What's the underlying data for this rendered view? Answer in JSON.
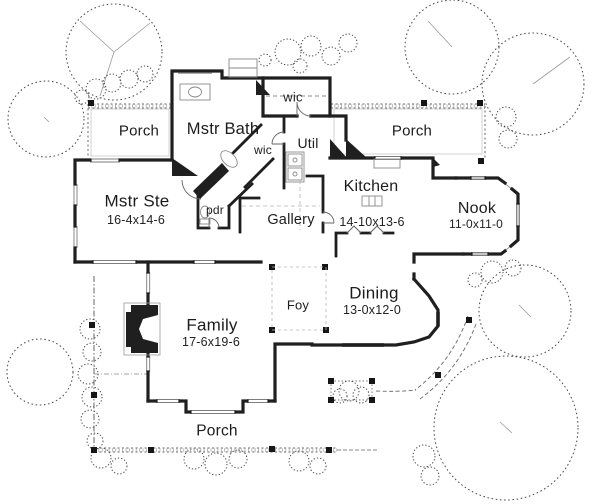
{
  "colors": {
    "ink": "#1f1f1f",
    "paper": "#ffffff",
    "thin_line": "#8a8a8a",
    "railing": "#666666"
  },
  "rooms": [
    {
      "id": "porch-top-left",
      "label": "Porch"
    },
    {
      "id": "mstr-bath",
      "label": "Mstr Bath"
    },
    {
      "id": "wic-top",
      "label": "wic"
    },
    {
      "id": "wic-hall",
      "label": "wic"
    },
    {
      "id": "util",
      "label": "Util"
    },
    {
      "id": "porch-top-right",
      "label": "Porch"
    },
    {
      "id": "mstr-ste",
      "label": "Mstr Ste",
      "dims": "16-4x14-6"
    },
    {
      "id": "pdr",
      "label": "pdr"
    },
    {
      "id": "gallery",
      "label": "Gallery"
    },
    {
      "id": "kitchen",
      "label": "Kitchen",
      "dims": "14-10x13-6"
    },
    {
      "id": "nook",
      "label": "Nook",
      "dims": "11-0x11-0"
    },
    {
      "id": "dining",
      "label": "Dining",
      "dims": "13-0x12-0"
    },
    {
      "id": "foy",
      "label": "Foy"
    },
    {
      "id": "family",
      "label": "Family",
      "dims": "17-6x19-6"
    },
    {
      "id": "porch-bottom",
      "label": "Porch"
    }
  ]
}
